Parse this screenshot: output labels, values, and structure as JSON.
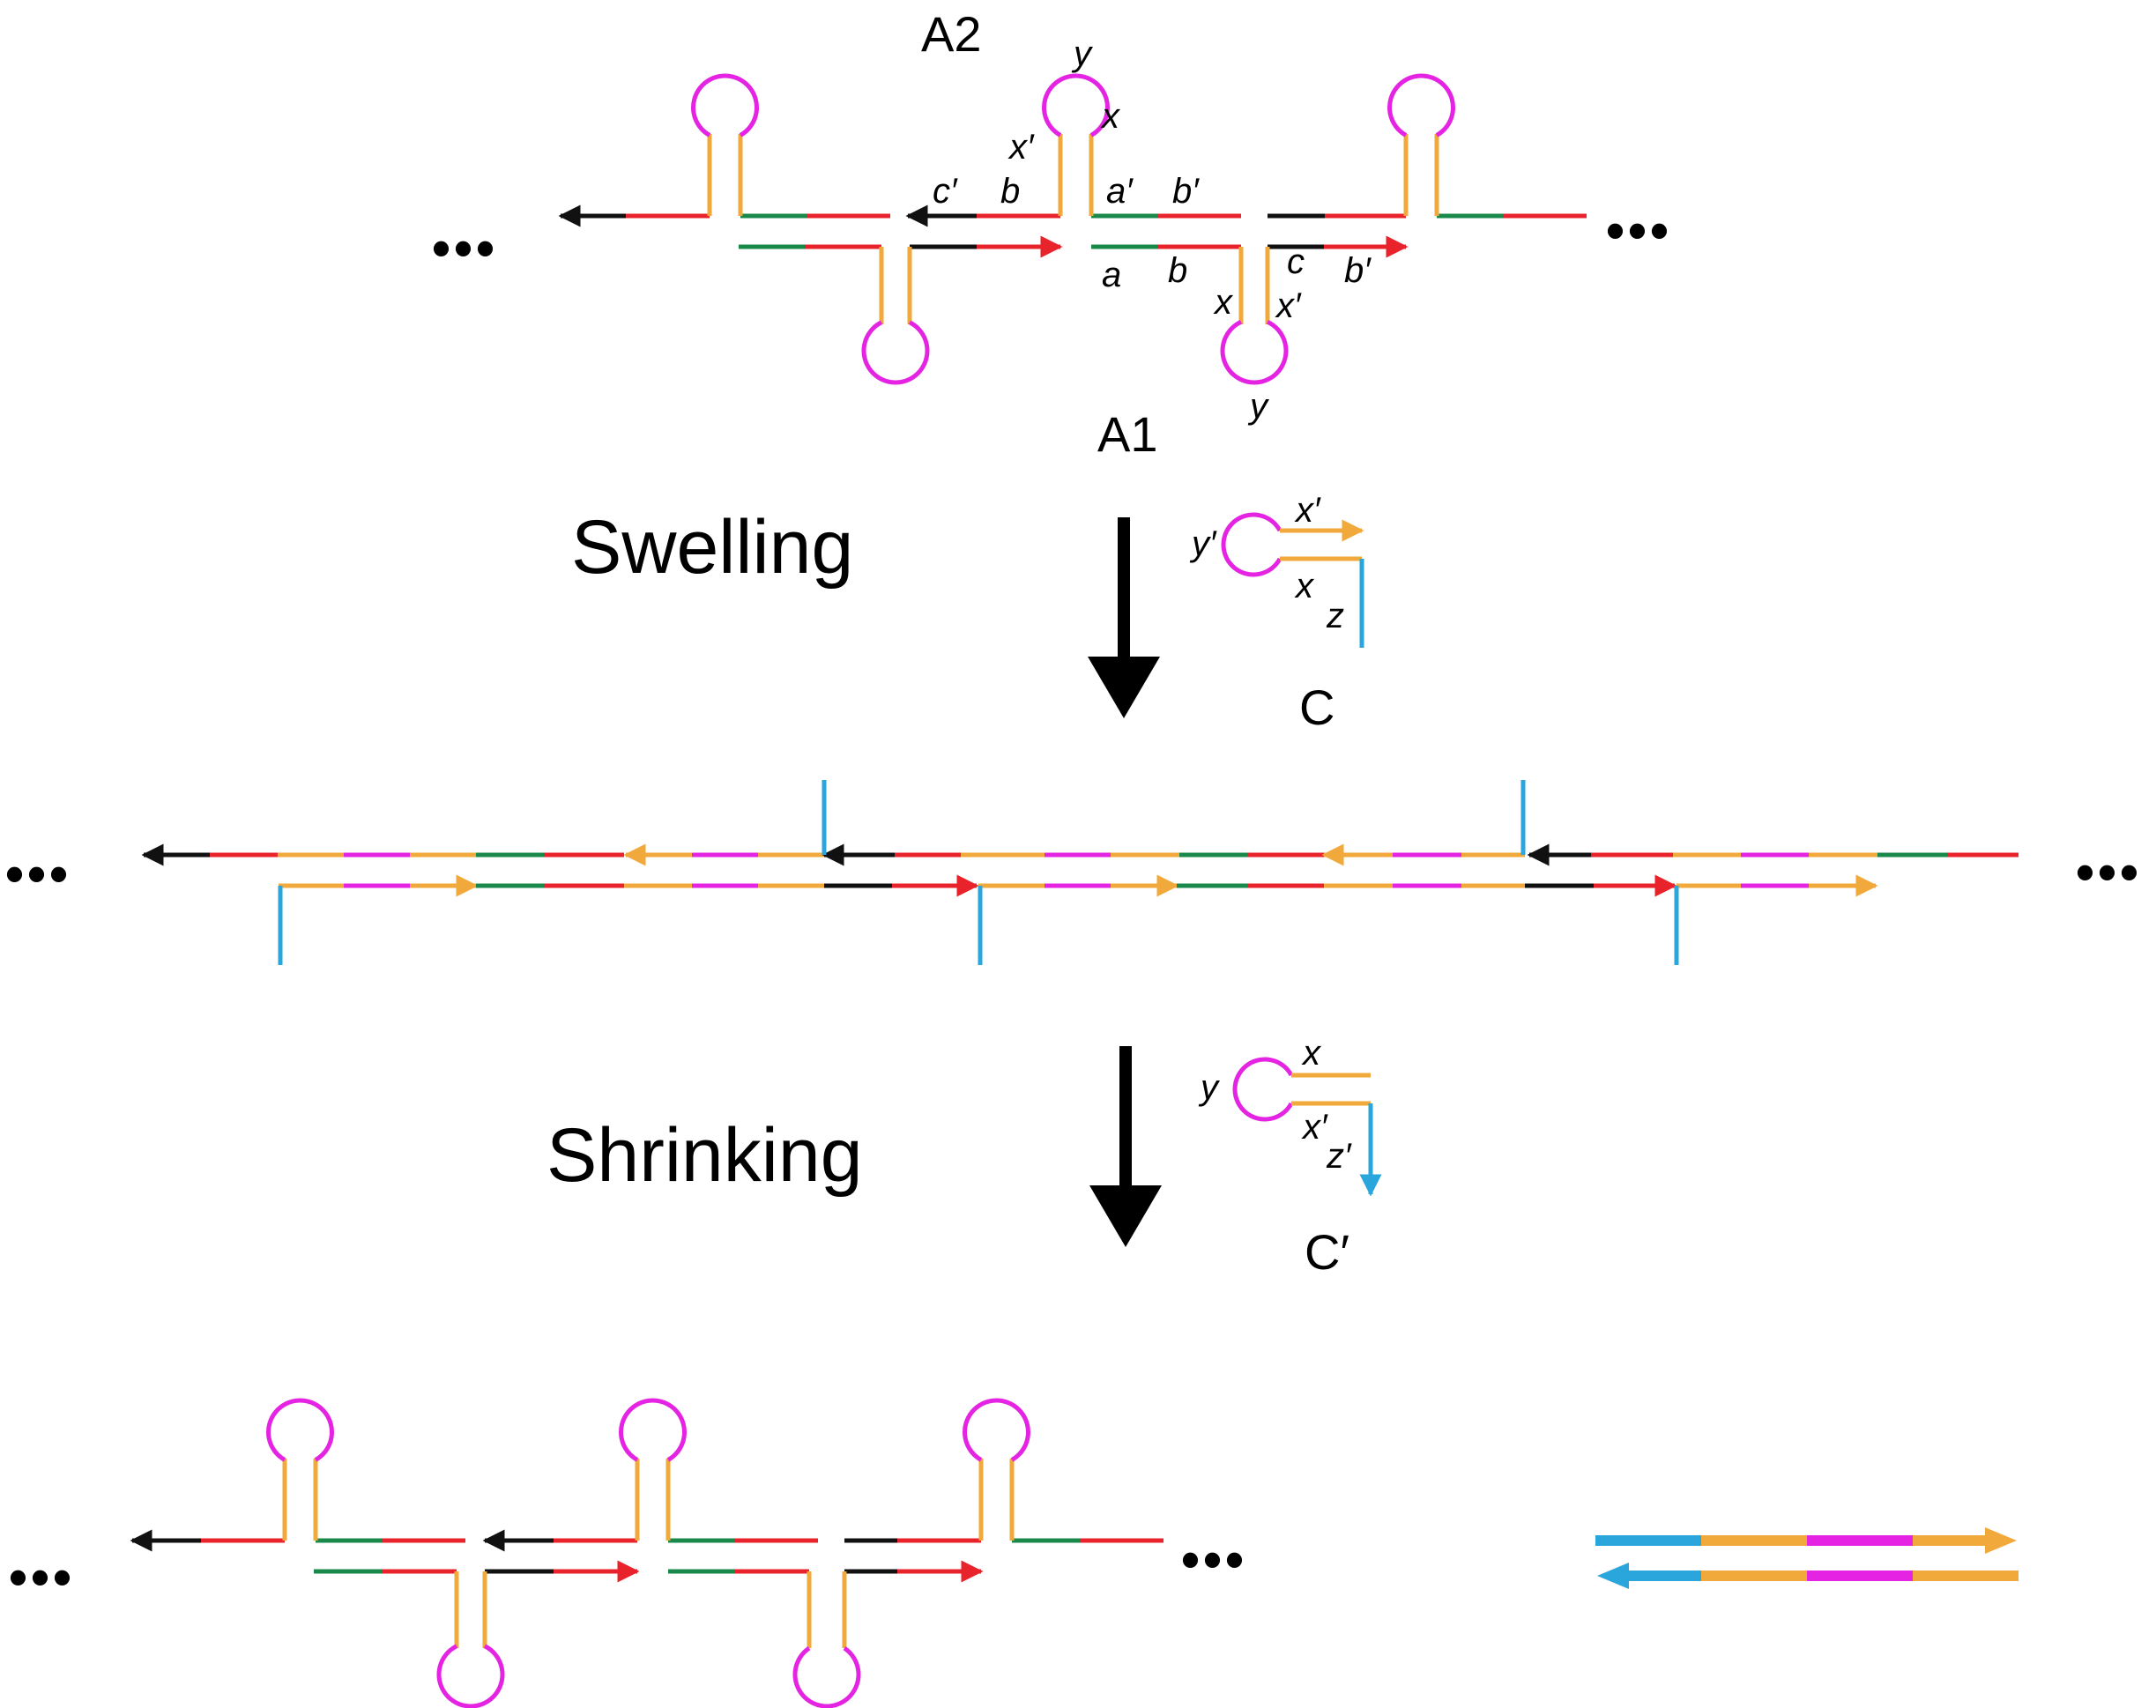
{
  "colors": {
    "black": "#111111",
    "red": "#e8232b",
    "green": "#18894a",
    "orange": "#f2a93b",
    "magenta": "#e424e2",
    "blue": "#2aa6dc"
  },
  "labels": {
    "a2": "A2",
    "a1": "A1",
    "c": "C",
    "c_prime": "C′",
    "swelling": "Swelling",
    "shrinking": "Shrinking",
    "dots": "•••",
    "y": "y",
    "x": "x",
    "x_prime": "x′",
    "y_prime": "y′",
    "z": "z",
    "z_prime": "z′",
    "a": "a",
    "a_prime": "a′",
    "b": "b",
    "b_prime": "b′",
    "c_dom": "c",
    "c_dom_prime": "c′"
  }
}
